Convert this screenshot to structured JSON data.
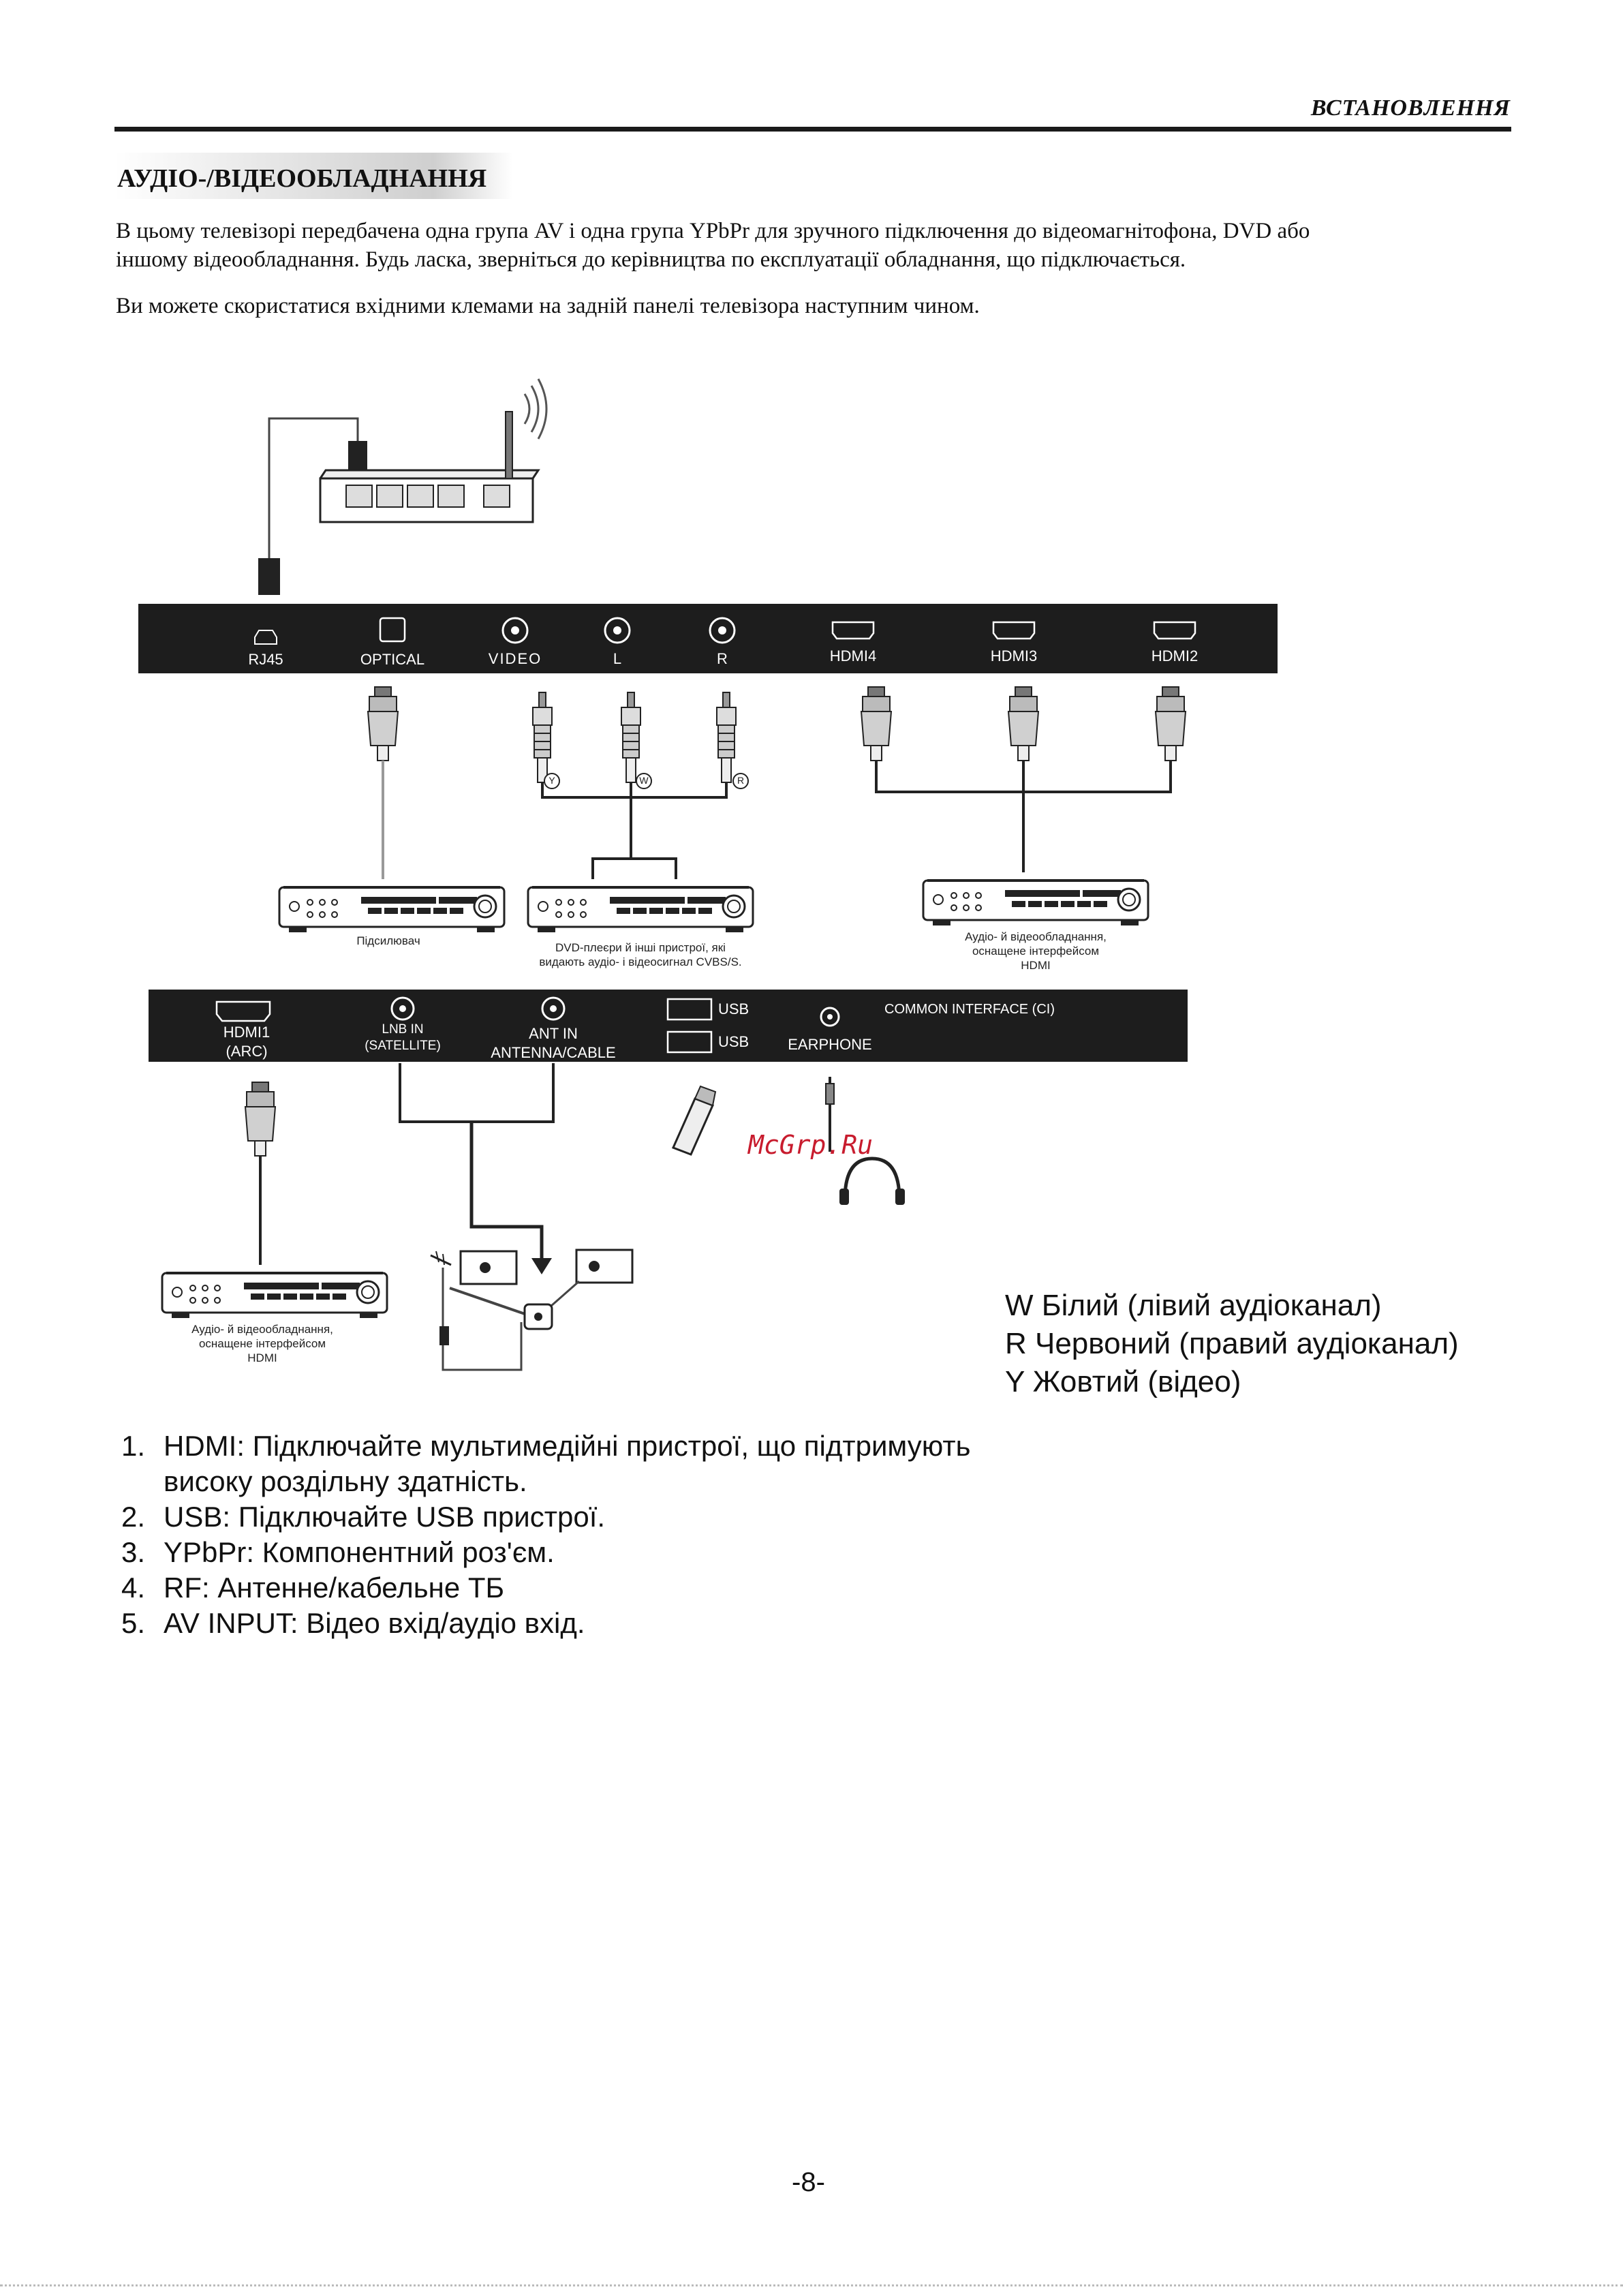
{
  "header": {
    "title": "ВСТАНОВЛЕННЯ"
  },
  "section": {
    "title": "АУДІО-/ВІДЕООБЛАДНАННЯ"
  },
  "intro": {
    "line1": "В цьому телевізорі передбачена одна група AV і одна група YPbPr для зручного підключення до відеомагнітофона, DVD або",
    "line2": "іншому відеообладнання. Будь ласка, зверніться до керівництва по експлуатації обладнання, що підключається.",
    "line3": "Ви можете скористатися вхідними клемами на задній панелі телевізора наступним чином."
  },
  "panel_top": {
    "rj45": "RJ45",
    "optical": "OPTICAL",
    "video": "VIDEO",
    "l": "L",
    "r": "R",
    "hdmi4": "HDMI4",
    "hdmi3": "HDMI3",
    "hdmi2": "HDMI2"
  },
  "cable_marks": {
    "y": "Y",
    "w": "W",
    "r": "R"
  },
  "devices": {
    "amplifier": "Підсилювач",
    "dvd_line1": "DVD-плеєри й інші пристрої, які",
    "dvd_line2": "видають аудіо- і відеосигнал CVBS/S.",
    "hdmi_dev_line1": "Аудіо- й відеообладнання,",
    "hdmi_dev_line2": "оснащене інтерфейсом",
    "hdmi_dev_line3": "HDMI"
  },
  "panel_bottom": {
    "hdmi1_line1": "HDMI1",
    "hdmi1_line2": "(ARC)",
    "lnb_line1": "LNB IN",
    "lnb_line2": "(SATELLITE)",
    "ant_line1": "ANT IN",
    "ant_line2": "ANTENNA/CABLE",
    "usb1": "USB",
    "usb2": "USB",
    "earphone": "EARPHONE",
    "ci": "COMMON  INTERFACE (CI)"
  },
  "watermark": "McGrp.Ru",
  "legend": [
    "W Білий (лівий аудіоканал)",
    "R Червоний (правий аудіоканал)",
    "Y Жовтий (відео)"
  ],
  "list": [
    {
      "num": "1.",
      "text": "HDMI: Підключайте мультимедійні пристрої, що підтримують",
      "cont": "високу роздільну здатність."
    },
    {
      "num": "2.",
      "text": "USB: Підключайте USB пристрої."
    },
    {
      "num": "3.",
      "text": "YPbPr: Компонентний роз'єм."
    },
    {
      "num": "4.",
      "text": "RF: Антенне/кабельне ТБ"
    },
    {
      "num": "5.",
      "text": "AV INPUT: Відео вхід/аудіо вхід."
    }
  ],
  "page_number": "-8-"
}
